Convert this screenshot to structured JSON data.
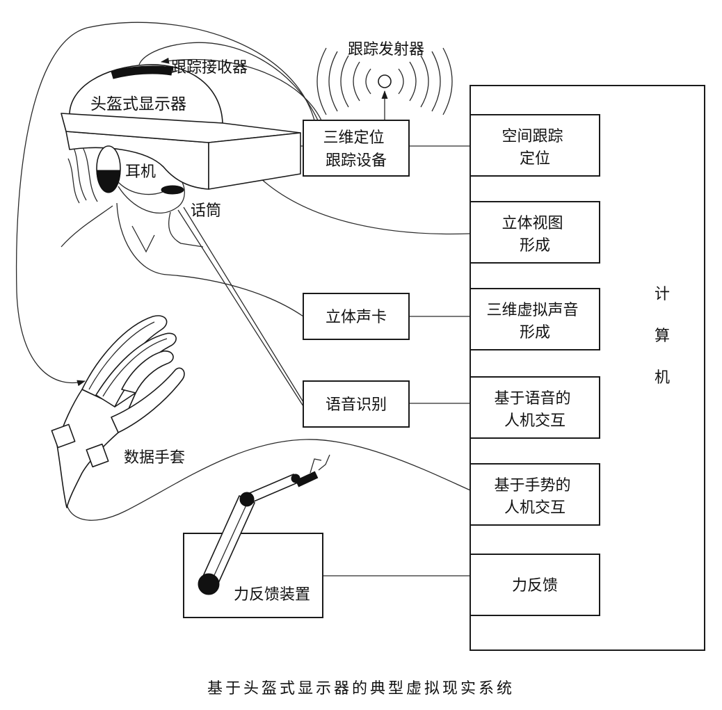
{
  "caption": "基于头盔式显示器的典型虚拟现实系统",
  "devices": {
    "tracker_emitter": "跟踪发射器",
    "tracker_receiver": "跟踪接收器",
    "hmd": "头盔式显示器",
    "earphone": "耳机",
    "microphone": "话筒",
    "data_glove": "数据手套",
    "force_feedback_device": "力反馈装置"
  },
  "interfaces": {
    "tracking_device": [
      "三维定位",
      "跟踪设备"
    ],
    "sound_card": "立体声卡",
    "speech_recognition": "语音识别"
  },
  "computer": {
    "label": [
      "计",
      "算",
      "机"
    ],
    "modules": [
      [
        "空间跟踪",
        "定位"
      ],
      [
        "立体视图",
        "形成"
      ],
      [
        "三维虚拟声音",
        "形成"
      ],
      [
        "基于语音的",
        "人机交互"
      ],
      [
        "基于手势的",
        "人机交互"
      ],
      [
        "力反馈"
      ]
    ]
  }
}
